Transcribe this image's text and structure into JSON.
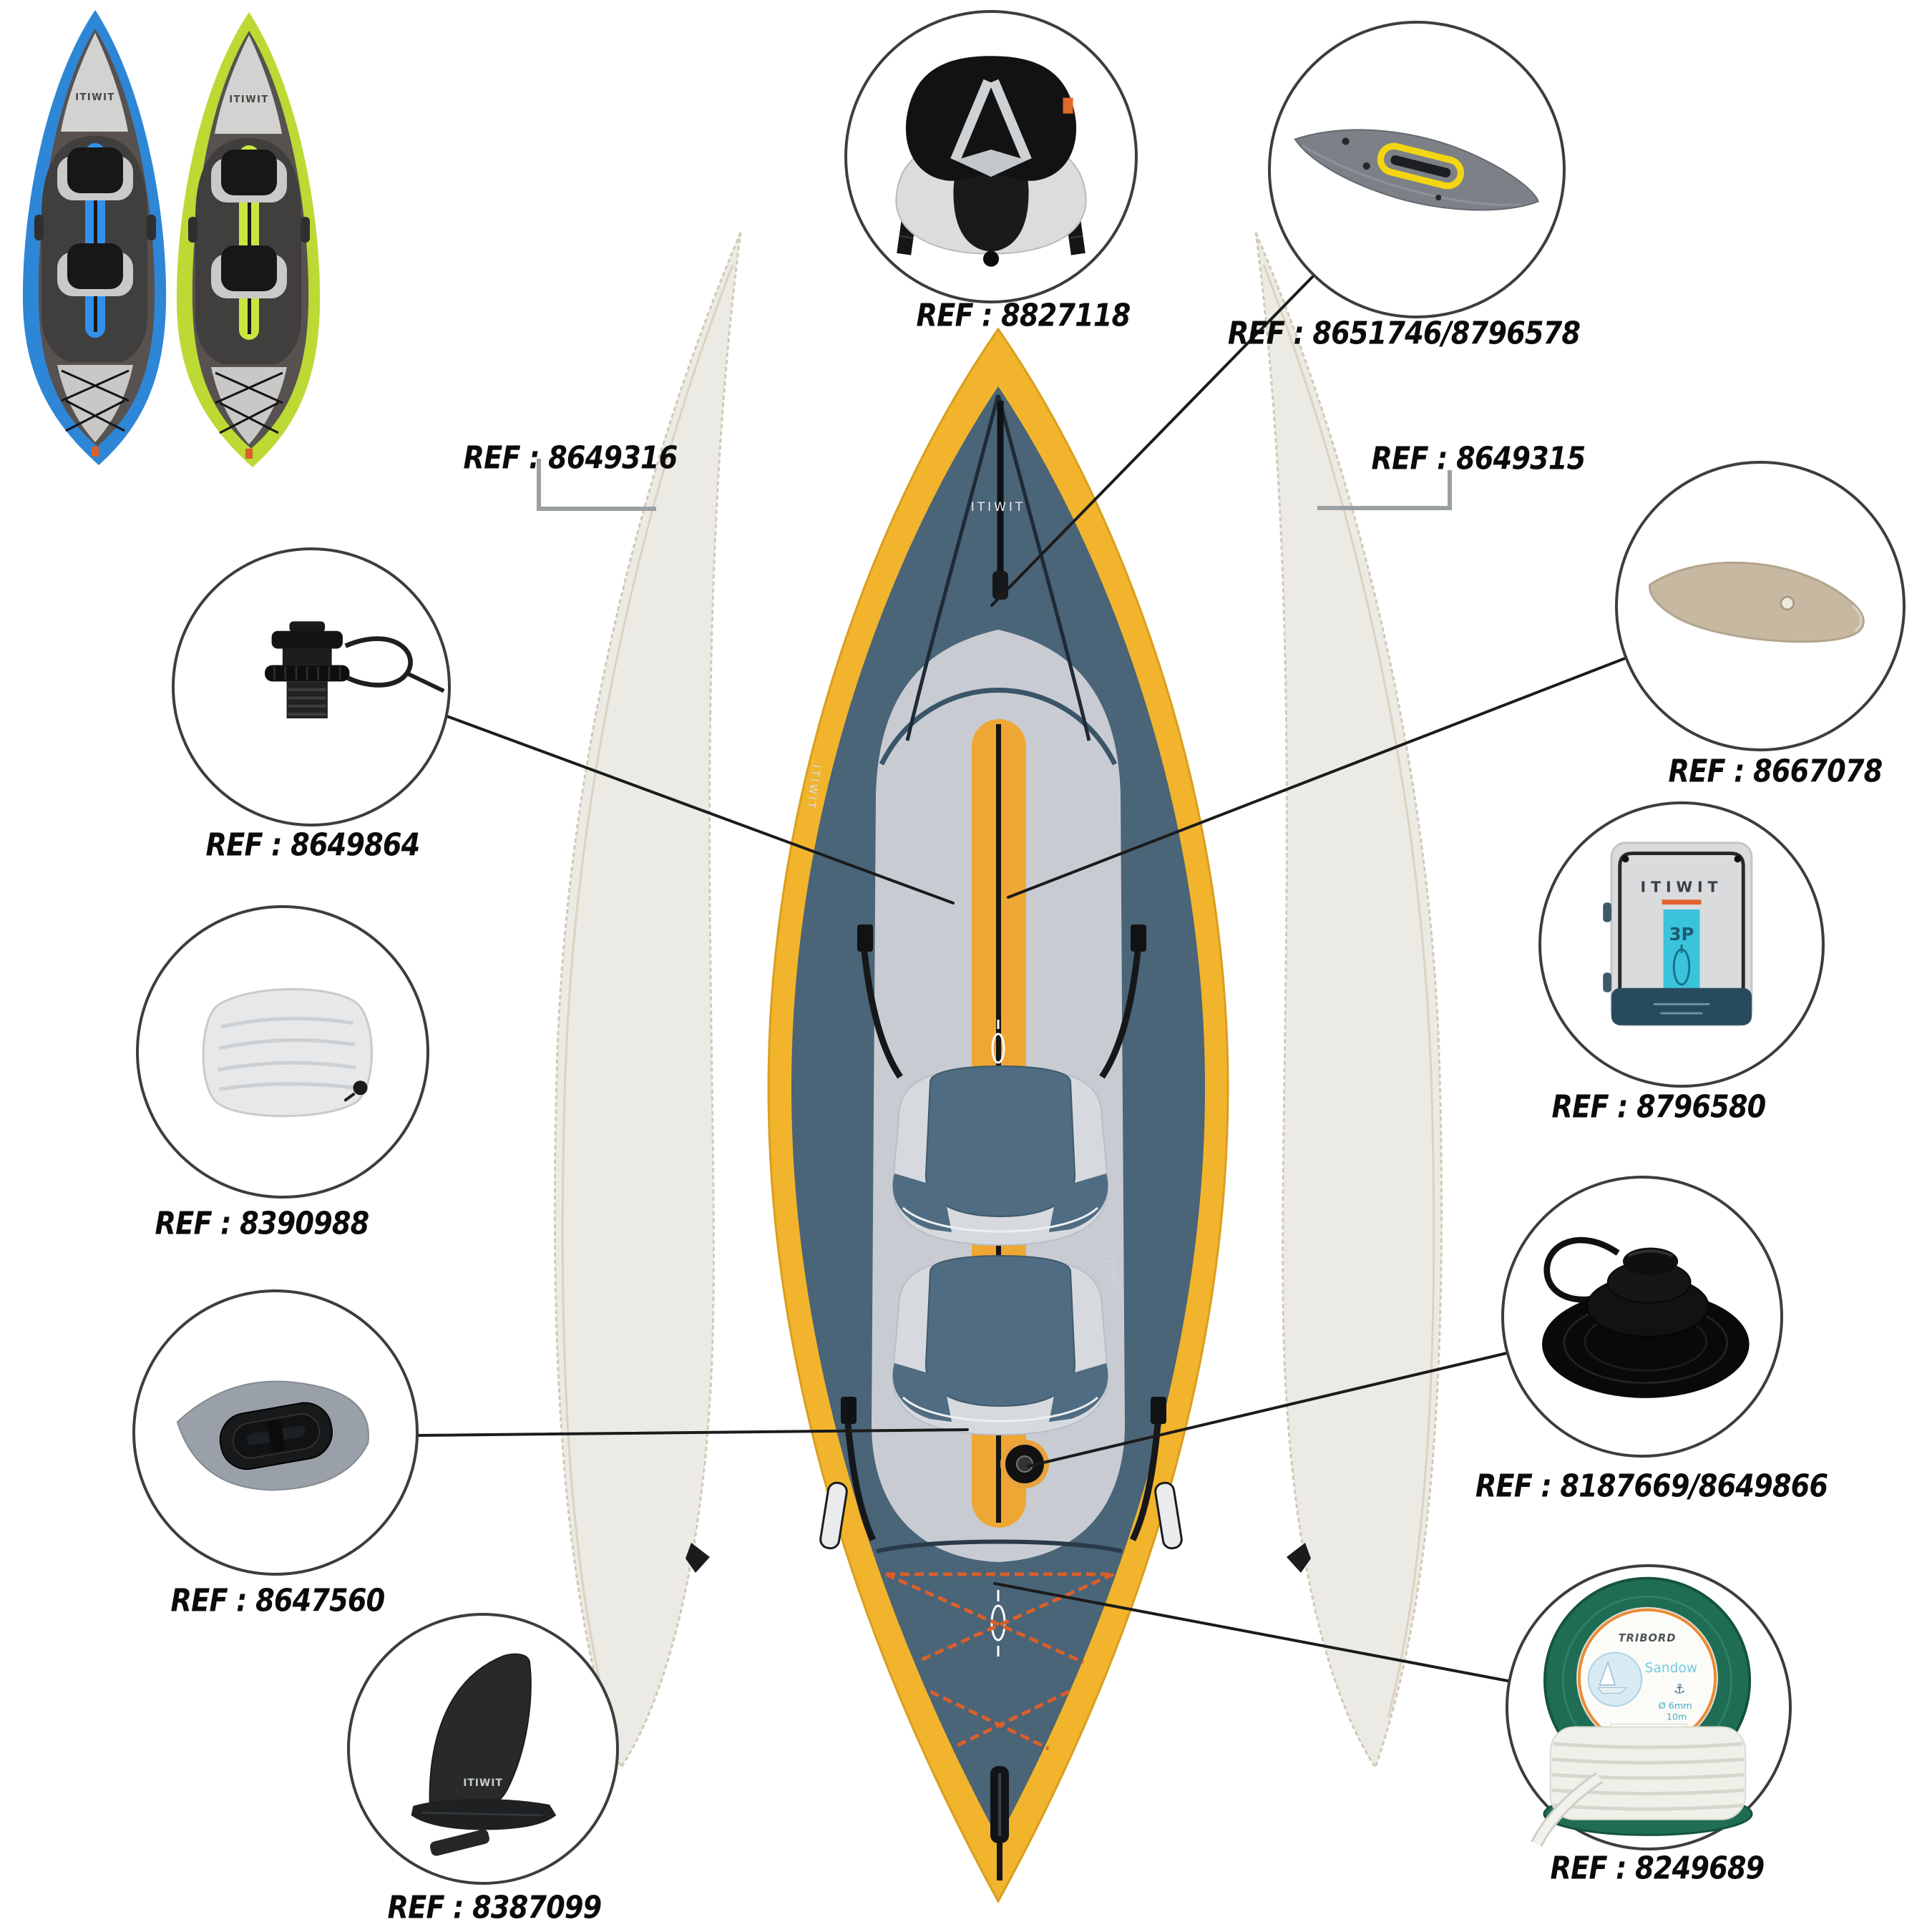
{
  "refs": {
    "seat": "REF : 8827118",
    "deck_cover": "REF : 8651746/8796578",
    "left_float": "REF : 8649316",
    "right_float": "REF : 8649315",
    "small_valve": "REF : 8649864",
    "cushion": "REF : 8390988",
    "handle_patch": "REF : 8647560",
    "fin": "REF : 8387099",
    "seat_base": "REF : 8667078",
    "backpack": "REF : 8796580",
    "floor_valve": "REF : 8187669/8649866",
    "bungee_spool": "REF : 8249689"
  },
  "brand": {
    "kayak": "ITIWIT"
  },
  "backpack_label": {
    "brand": "ITIWIT",
    "capacity": "3P"
  },
  "spool_label": {
    "brand": "TRIBORD",
    "product": "Sandow",
    "diameter": "Ø 6mm",
    "length": "10m"
  },
  "colors": {
    "hull_yellow": "#F1B42C",
    "deck_slate": "#4A6478",
    "floor_grey": "#C8CCD2",
    "thumb_blue": "#2E86D6",
    "thumb_green": "#BCD934",
    "lacing_orange": "#D95F2B",
    "spool_green": "#1F6D54",
    "band_cyan": "#3BC3DC",
    "bag_navy": "#284A5D"
  }
}
